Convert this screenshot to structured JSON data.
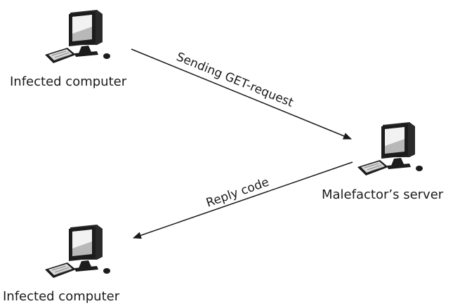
{
  "nodes": {
    "infected_top": {
      "label": "Infected computer"
    },
    "server": {
      "label": "Malefactor’s server"
    },
    "infected_bottom": {
      "label": "Infected computer"
    }
  },
  "edges": {
    "request": {
      "label": "Sending GET-request"
    },
    "reply": {
      "label": "Reply code"
    }
  },
  "colors": {
    "monitor_dark": "#1c1c1c",
    "screen_light": "#f2f2f2",
    "screen_mid": "#b8b8b8",
    "arrow": "#1a1a1a"
  },
  "icons": {
    "computer": "computer-icon"
  }
}
